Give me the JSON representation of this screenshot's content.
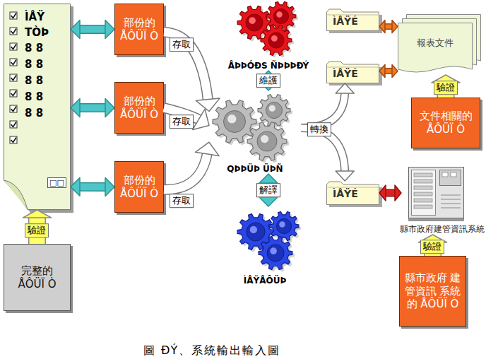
{
  "diagram": {
    "caption": "圖 ÐÝ、系統輸出輸入圖",
    "nodes": [
      {
        "text": [
          "ÌÅŸ",
          "TÒÞ",
          "8 8",
          "8 8",
          "8 8",
          "8 8",
          "8 8",
          "□□"
        ]
      },
      {
        "text": [
          "部份的 ÅÔÜÏ Ò"
        ]
      },
      {
        "text": [
          "ÅÞÞÓÐS ÑÞÞÞÐÝ"
        ]
      },
      {
        "text": [
          "ÌÅŸÉ"
        ]
      },
      {
        "text": [
          "報表文件"
        ]
      },
      {
        "text": [
          "部份的 ÅÔÜÏ Ò"
        ]
      },
      {
        "text": [
          "ÌÅŸÉ"
        ]
      },
      {
        "text": [
          "文件相關的 ÅÔÜÏ Ò"
        ]
      },
      {
        "text": [
          "QÞÞÜÞ ÜÞÑ"
        ]
      },
      {
        "text": [
          "部份的 ÅÔÜÏ Ò"
        ]
      },
      {
        "text": [
          "ÌÅŸÉ"
        ]
      },
      {
        "text": [
          "縣市政府建管資訊系統"
        ]
      },
      {
        "text": [
          "ÌÅŸÅÔÜÞ"
        ]
      },
      {
        "text": [
          "完整的 ÅÔÜÏ Ò"
        ]
      },
      {
        "text": [
          "縣市政府 建管資訊 系統的 ÅÔÜÏ Ò"
        ]
      }
    ],
    "edges": [
      {
        "from": 0,
        "to": 1,
        "arrow": "both"
      },
      {
        "from": 0,
        "to": 5,
        "arrow": "both"
      },
      {
        "from": 0,
        "to": 9,
        "arrow": "both"
      },
      {
        "from": 1,
        "to": 8,
        "label": "存取",
        "arrow": "to"
      },
      {
        "from": 5,
        "to": 8,
        "label": "存取",
        "arrow": "to"
      },
      {
        "from": 9,
        "to": 8,
        "label": "存取",
        "arrow": "to"
      },
      {
        "from": 2,
        "to": 8,
        "label": "維護",
        "arrow": "both"
      },
      {
        "from": 8,
        "to": 12,
        "label": "解譯",
        "arrow": "both"
      },
      {
        "from": 8,
        "to": 6,
        "label": "轉換",
        "arrow": "to"
      },
      {
        "from": 8,
        "to": 10,
        "arrow": "to"
      },
      {
        "from": 3,
        "to": 4,
        "arrow": "both"
      },
      {
        "from": 6,
        "to": 4,
        "arrow": "both"
      },
      {
        "from": 7,
        "to": 4,
        "label": "驗證",
        "arrow": "to"
      },
      {
        "from": 10,
        "to": 11,
        "arrow": "both"
      },
      {
        "from": 14,
        "to": 11,
        "label": "驗證",
        "arrow": "to"
      },
      {
        "from": 13,
        "to": 0,
        "label": "驗證",
        "arrow": "to"
      }
    ]
  }
}
